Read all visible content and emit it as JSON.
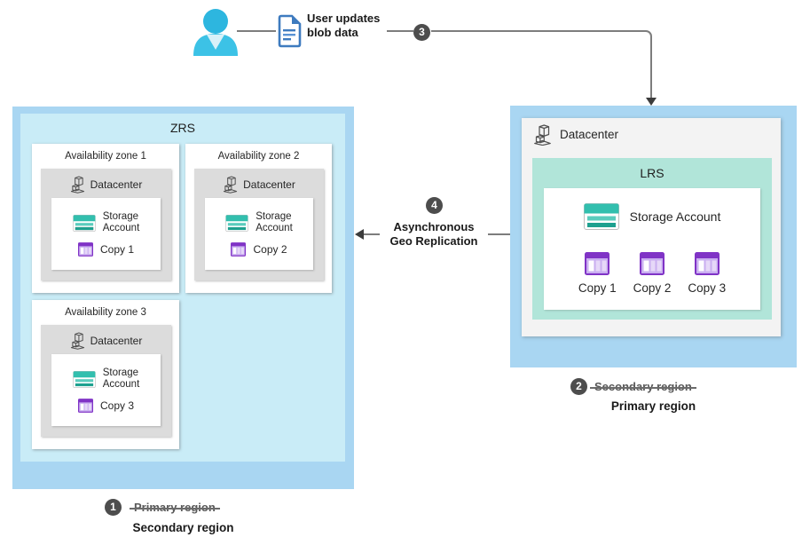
{
  "flow": {
    "user_label": "User updates\nblob data",
    "step3": "3",
    "step4": "4",
    "geo_label": "Asynchronous\nGeo Replication"
  },
  "zrs": {
    "title": "ZRS",
    "zones": [
      {
        "title": "Availability zone 1",
        "datacenter": "Datacenter",
        "storage": "Storage\nAccount",
        "copy": "Copy 1"
      },
      {
        "title": "Availability zone 2",
        "datacenter": "Datacenter",
        "storage": "Storage\nAccount",
        "copy": "Copy 2"
      },
      {
        "title": "Availability zone 3",
        "datacenter": "Datacenter",
        "storage": "Storage\nAccount",
        "copy": "Copy 3"
      }
    ],
    "step": "1",
    "old_region": "Primary region",
    "new_region": "Secondary region"
  },
  "lrs": {
    "datacenter": "Datacenter",
    "title": "LRS",
    "storage_label": "Storage Account",
    "copies": [
      "Copy 1",
      "Copy 2",
      "Copy 3"
    ],
    "step": "2",
    "old_region": "Secondary region",
    "new_region": "Primary region"
  },
  "colors": {
    "region_box_blue": "#a9d6f2",
    "zrs_inner_cyan": "#c9ecf7",
    "lrs_teal": "#b1e5d9",
    "datacenter_gray": "#dcdcdc",
    "step_circle_gray": "#4d4d4d",
    "storage_teal": "#32bfae",
    "copy_purple": "#8033c6",
    "person_cyan": "#2db6df",
    "document_blue": "#3e7bbf"
  }
}
